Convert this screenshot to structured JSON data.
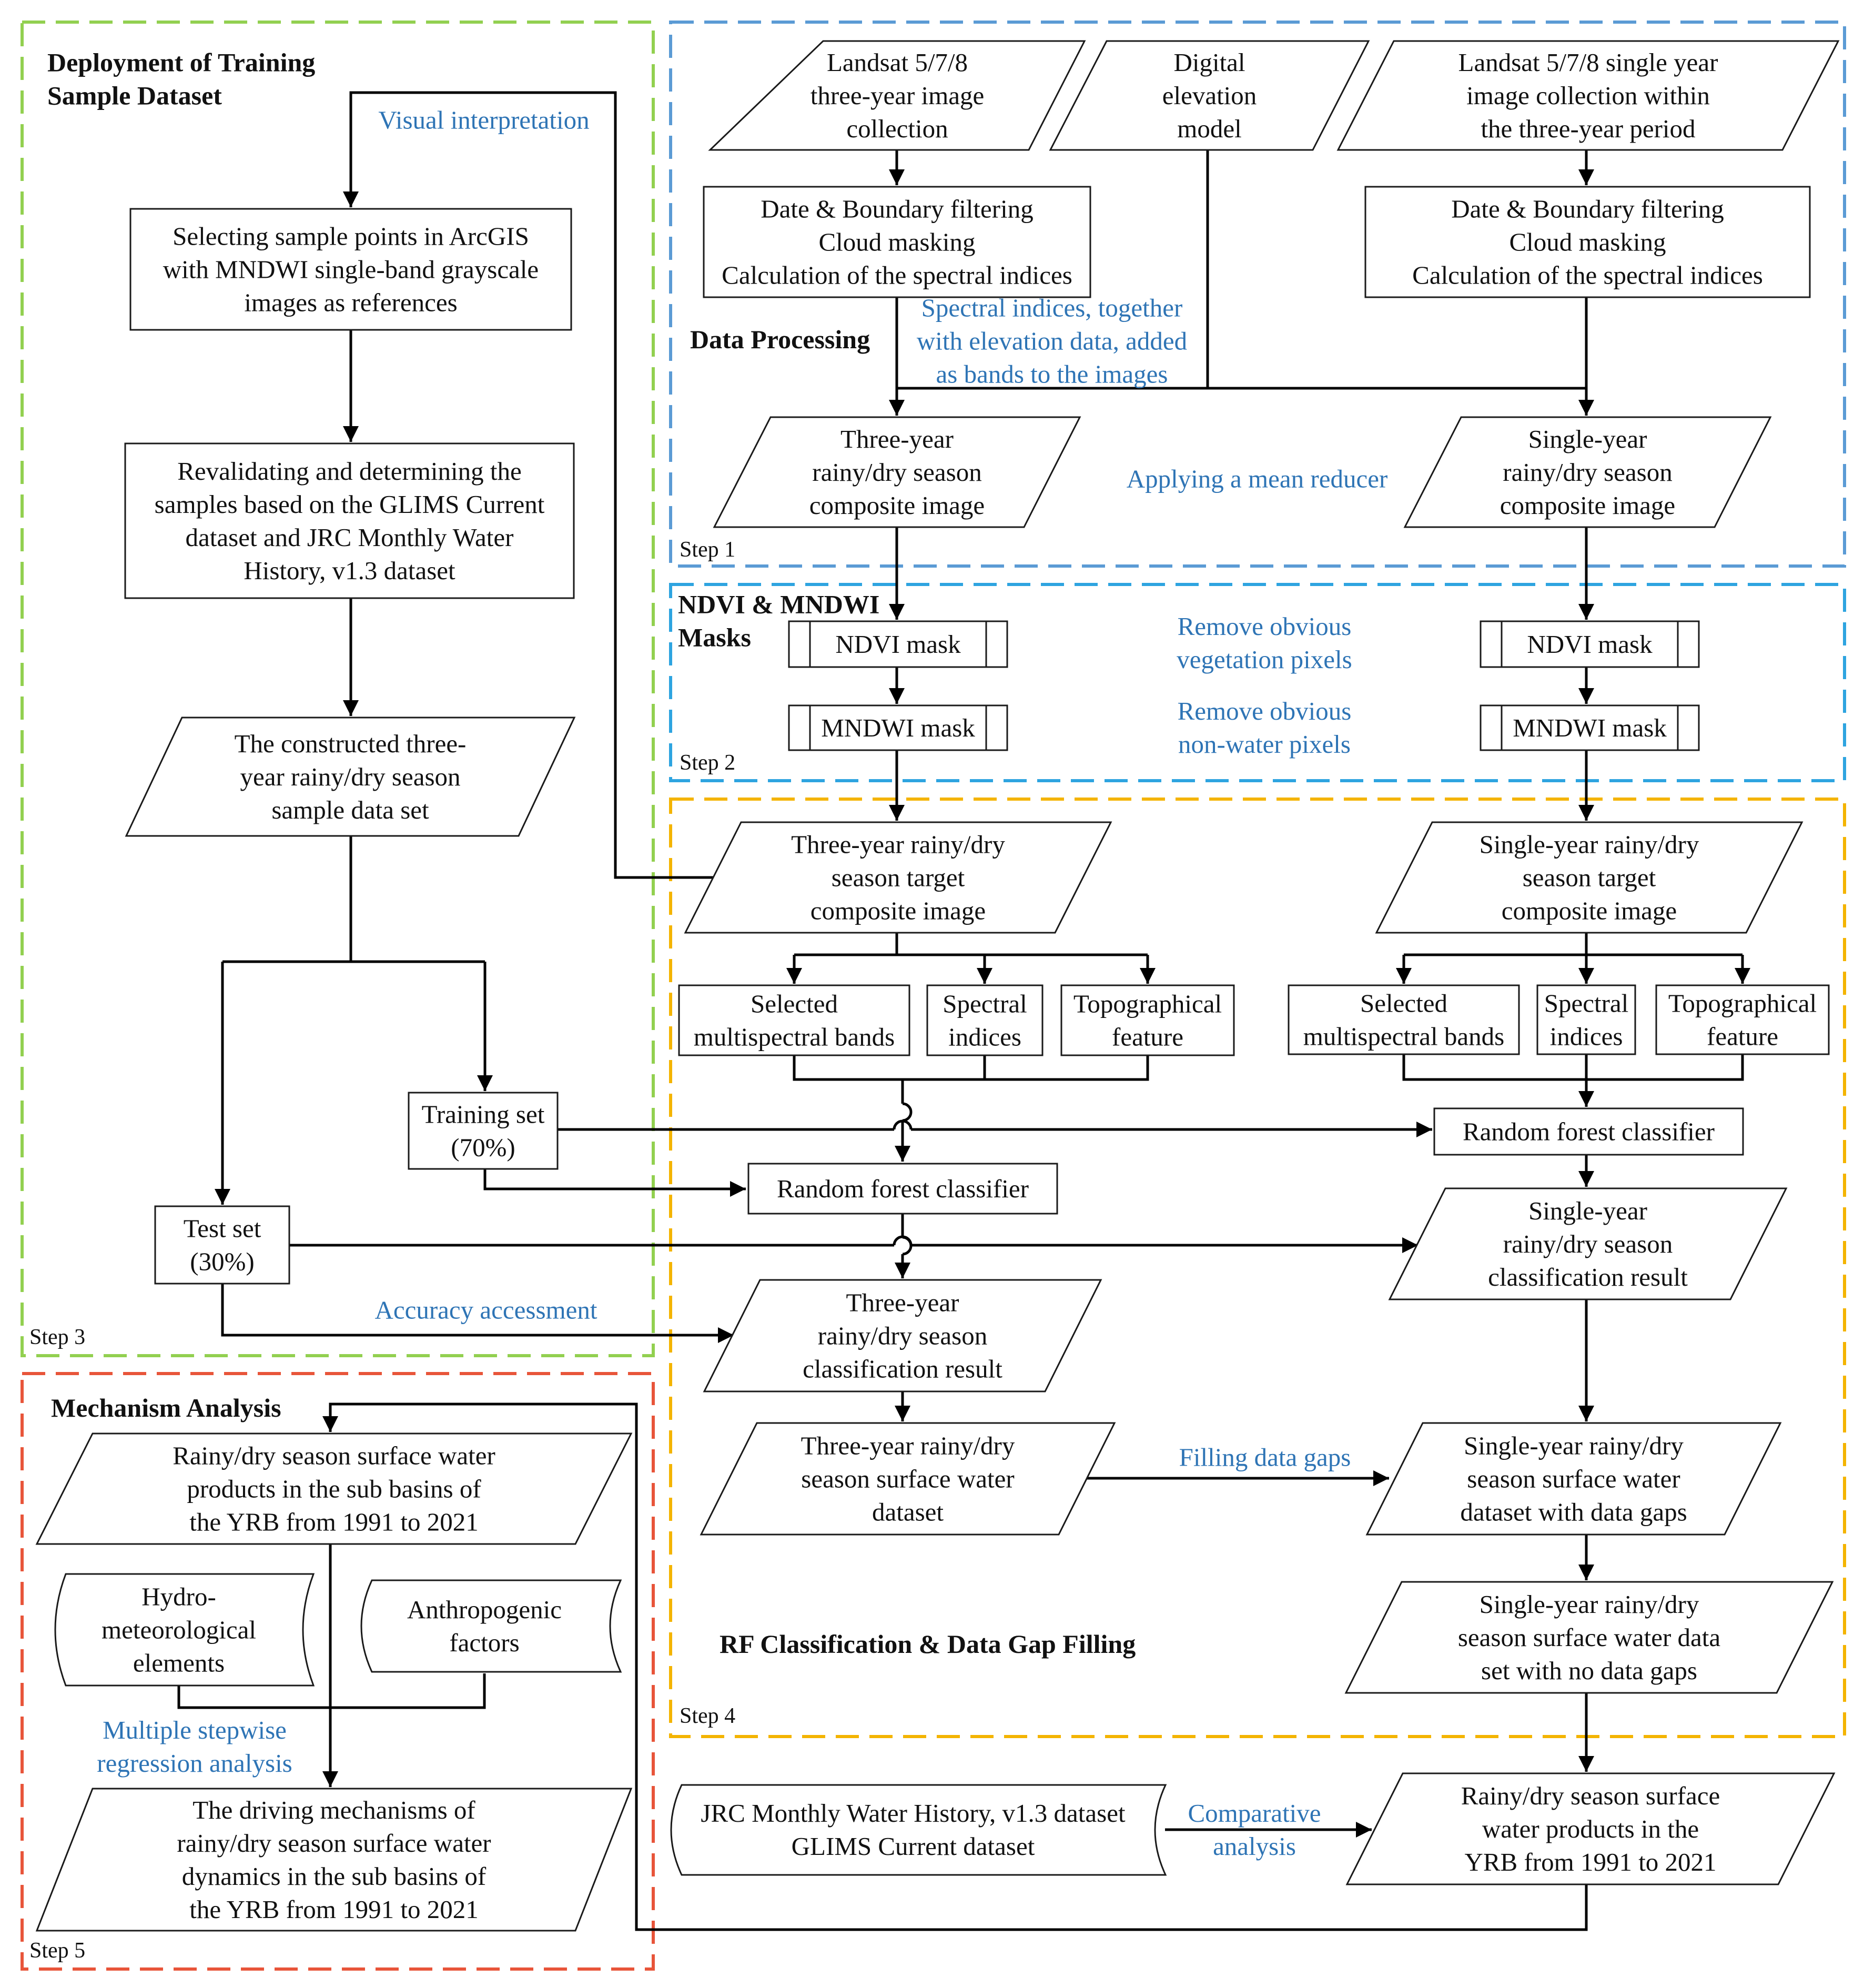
{
  "colors": {
    "step1_border": "#5b9bd5",
    "step2_border": "#2ea4e0",
    "step3_border": "#92d050",
    "step4_border": "#f4b400",
    "step5_border": "#e8553a",
    "edge_label": "#2e74b5"
  },
  "sections": {
    "training": {
      "title": [
        "Deployment of Training",
        "Sample Dataset"
      ],
      "step": "Step 3"
    },
    "processing": {
      "title": "Data Processing",
      "step": "Step 1"
    },
    "masks": {
      "title": [
        "NDVI & MNDWI",
        "Masks"
      ],
      "step": "Step 2"
    },
    "rf": {
      "title": "RF Classification & Data Gap Filling",
      "step": "Step 4"
    },
    "mechanism": {
      "title": "Mechanism Analysis",
      "step": "Step 5"
    }
  },
  "nodes": {
    "landsat_three_year": [
      "Landsat 5/7/8",
      "three-year image",
      "collection"
    ],
    "dem": [
      "Digital",
      "elevation",
      "model"
    ],
    "landsat_single_year": [
      "Landsat 5/7/8 single year",
      "image collection within",
      "the three-year period"
    ],
    "preprocess_three": [
      "Date & Boundary filtering",
      "Cloud masking",
      "Calculation of the spectral indices"
    ],
    "preprocess_single": [
      "Date & Boundary filtering",
      "Cloud masking",
      "Calculation of the spectral indices"
    ],
    "composite_three": [
      "Three-year",
      "rainy/dry season",
      "composite image"
    ],
    "composite_single": [
      "Single-year",
      "rainy/dry season",
      "composite image"
    ],
    "ndvi_mask_three": "NDVI mask",
    "mndwi_mask_three": "MNDWI mask",
    "ndvi_mask_single": "NDVI mask",
    "mndwi_mask_single": "MNDWI mask",
    "target_three": [
      "Three-year rainy/dry",
      "season target",
      "composite image"
    ],
    "target_single": [
      "Single-year rainy/dry",
      "season target",
      "composite image"
    ],
    "bands_three": [
      "Selected",
      "multispectral bands"
    ],
    "indices_three": [
      "Spectral",
      "indices"
    ],
    "topo_three": [
      "Topographical",
      "feature"
    ],
    "bands_single": [
      "Selected",
      "multispectral bands"
    ],
    "indices_single": [
      "Spectral",
      "indices"
    ],
    "topo_single": [
      "Topographical",
      "feature"
    ],
    "rf_three": "Random forest classifier",
    "rf_single": "Random forest classifier",
    "class_three": [
      "Three-year",
      "rainy/dry season",
      "classification result"
    ],
    "class_single": [
      "Single-year",
      "rainy/dry season",
      "classification result"
    ],
    "water_three": [
      "Three-year rainy/dry",
      "season surface water",
      "dataset"
    ],
    "water_gaps": [
      "Single-year rainy/dry",
      "season surface water",
      "dataset with data gaps"
    ],
    "water_nogaps": [
      "Single-year rainy/dry",
      "season surface water data",
      "set with no data gaps"
    ],
    "jrc_glims": [
      "JRC Monthly Water History, v1.3 dataset",
      "GLIMS Current dataset"
    ],
    "final_products": [
      "Rainy/dry season surface",
      "water products in the",
      "YRB from 1991 to 2021"
    ],
    "select_samples": [
      "Selecting sample points in ArcGIS",
      "with MNDWI single-band grayscale",
      "images as references"
    ],
    "revalidate": [
      "Revalidating and determining the",
      "samples based on the GLIMS Current",
      "dataset and JRC Monthly Water",
      "History, v1.3 dataset"
    ],
    "sample_set": [
      "The constructed three-",
      "year rainy/dry season",
      "sample data set"
    ],
    "training_set": [
      "Training set",
      "(70%)"
    ],
    "test_set": [
      "Test set",
      "(30%)"
    ],
    "subbasin_products": [
      "Rainy/dry season surface water",
      "products in the sub basins of",
      "the YRB from 1991 to 2021"
    ],
    "hydro": [
      "Hydro-",
      "meteorological",
      "elements"
    ],
    "anthro": [
      "Anthropogenic",
      "factors"
    ],
    "driving": [
      "The driving mechanisms of",
      "rainy/dry season surface water",
      "dynamics in the sub basins of",
      "the YRB from 1991 to 2021"
    ]
  },
  "edge_labels": {
    "visual_interpretation": "Visual interpretation",
    "spectral_bands": [
      "Spectral indices, together",
      "with elevation data, added",
      "as bands to the images"
    ],
    "mean_reducer": "Applying a mean reducer",
    "remove_vegetation": [
      "Remove obvious",
      "vegetation pixels"
    ],
    "remove_nonwater": [
      "Remove obvious",
      "non-water pixels"
    ],
    "accuracy": "Accuracy accessment",
    "filling_gaps": "Filling data gaps",
    "comparative": [
      "Comparative",
      "analysis"
    ],
    "regression": [
      "Multiple stepwise",
      "regression analysis"
    ]
  }
}
